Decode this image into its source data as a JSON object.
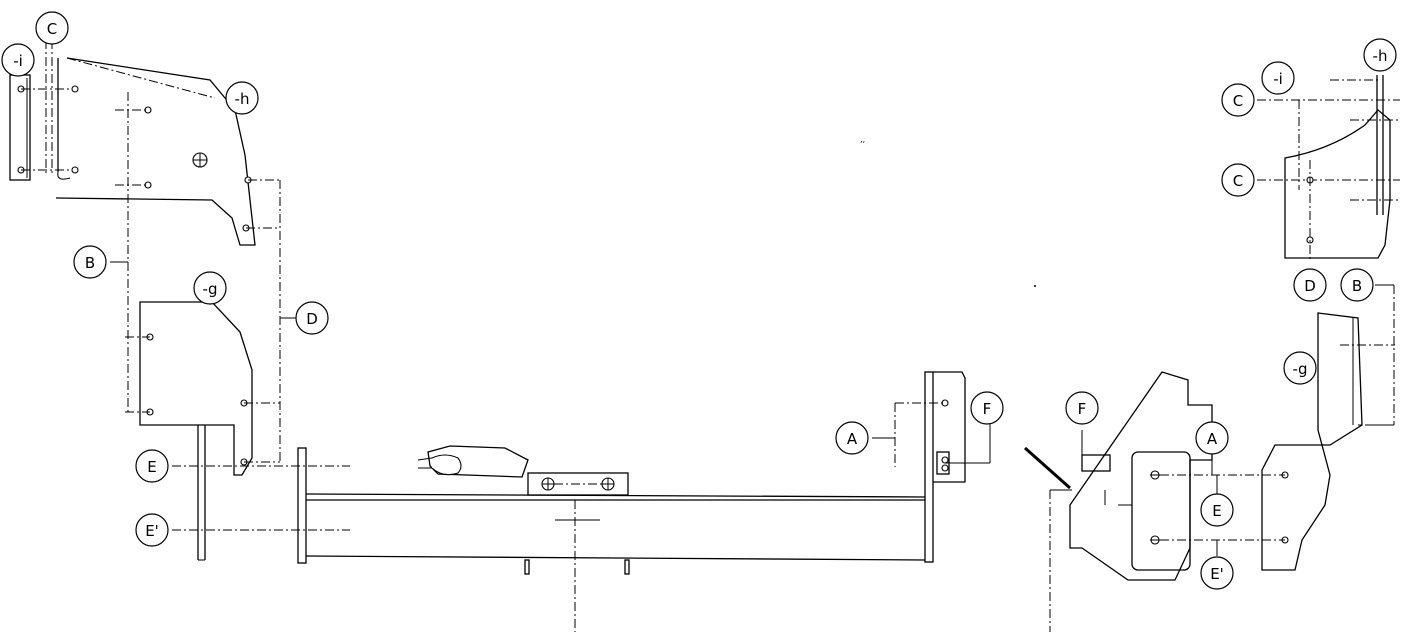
{
  "callouts": {
    "left_i": "-i",
    "left_c": "C",
    "left_h": "-h",
    "left_b": "B",
    "left_g": "-g",
    "left_d": "D",
    "left_e": "E",
    "left_e_prime": "E'",
    "center_a": "A",
    "center_f": "F",
    "right_h": "-h",
    "right_i": "-i",
    "right_c_top": "C",
    "right_c_mid": "C",
    "right_d": "D",
    "right_b": "B",
    "right_g": "-g",
    "right_f": "F",
    "right_a": "A",
    "right_e": "E",
    "right_e_prime": "E'"
  }
}
